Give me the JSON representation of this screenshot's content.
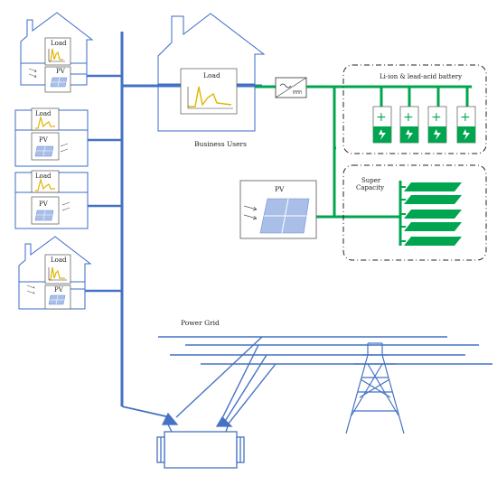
{
  "labels": {
    "house_load": "Load",
    "house_pv": "PV",
    "business_load": "Load",
    "business_users": "Business Users",
    "pv_panel": "PV",
    "battery": "Li-ion & lead-acid battery",
    "super_capacity_line1": "Super",
    "super_capacity_line2": "Capacity",
    "power_grid": "Power Grid"
  },
  "colors": {
    "house_outline": "#3a6bc9",
    "bus": "#4472c4",
    "dc_bus": "#00a64f",
    "load_curve": "#e3b400",
    "pv_cell": "#a9bfe8",
    "battery_fill": "#00a64f",
    "dash_box": "#222222"
  },
  "icons": [
    "house-icon",
    "pv-panel-icon",
    "load-curve-icon",
    "inverter-icon",
    "battery-icon",
    "supercapacitor-icon",
    "transmission-tower-icon",
    "transformer-icon",
    "sunlight-arrow-icon"
  ]
}
